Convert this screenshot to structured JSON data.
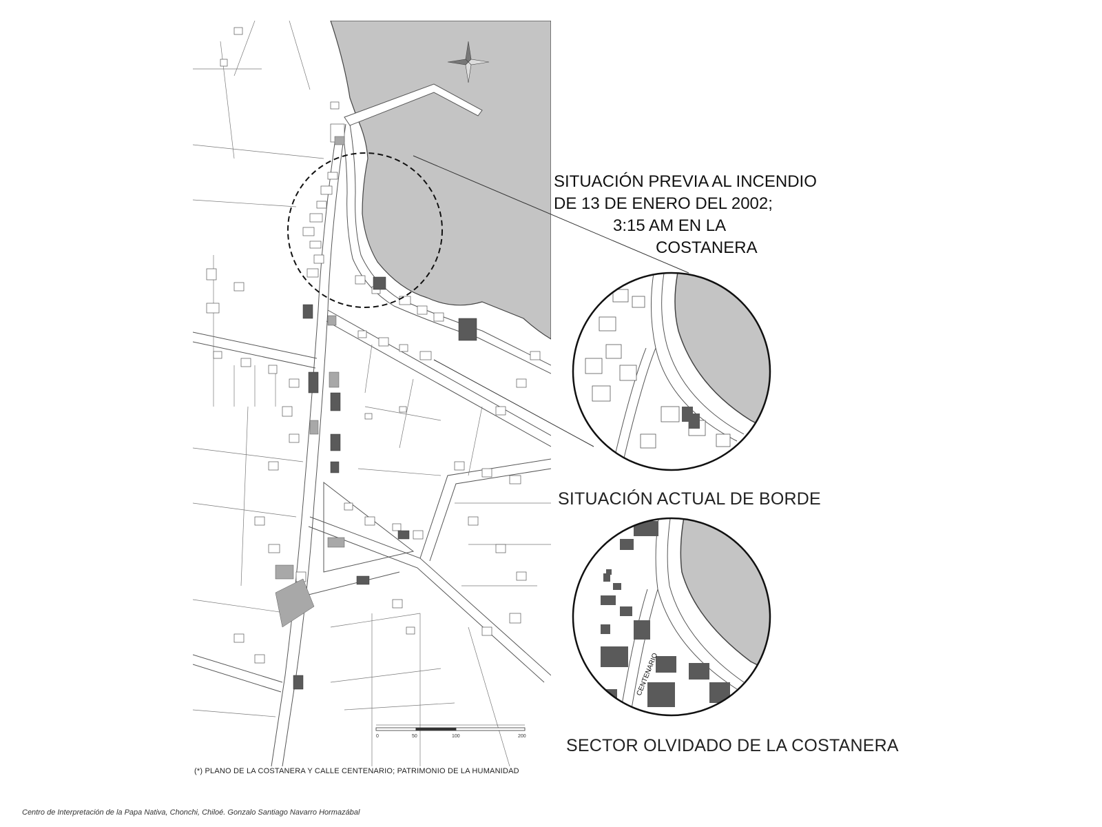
{
  "labels": {
    "previous_situation": [
      "SITUACIÓN PREVIA AL INCENDIO",
      "DE 13 DE ENERO DEL 2002;",
      "3:15 AM EN LA",
      "COSTANERA"
    ],
    "current_situation": "SITUACIÓN ACTUAL DE BORDE",
    "forgotten_sector": "SECTOR OLVIDADO DE LA COSTANERA"
  },
  "map_caption": "(*) PLANO DE LA COSTANERA Y CALLE CENTENARIO; PATRIMONIO DE LA HUMANIDAD",
  "credit": "Centro de Interpretación de la Papa Nativa, Chonchi, Chiloé. Gonzalo Santiago Navarro Hormazábal",
  "streets": {
    "centenario": "CENTENARIO"
  },
  "scale_bar": {
    "ticks": [
      "0",
      "50",
      "100",
      "200"
    ]
  },
  "colors": {
    "water": "#c4c4c4",
    "lines": "#555555",
    "burned_building": "#5a5a5a",
    "light_building": "#a8a8a8"
  }
}
